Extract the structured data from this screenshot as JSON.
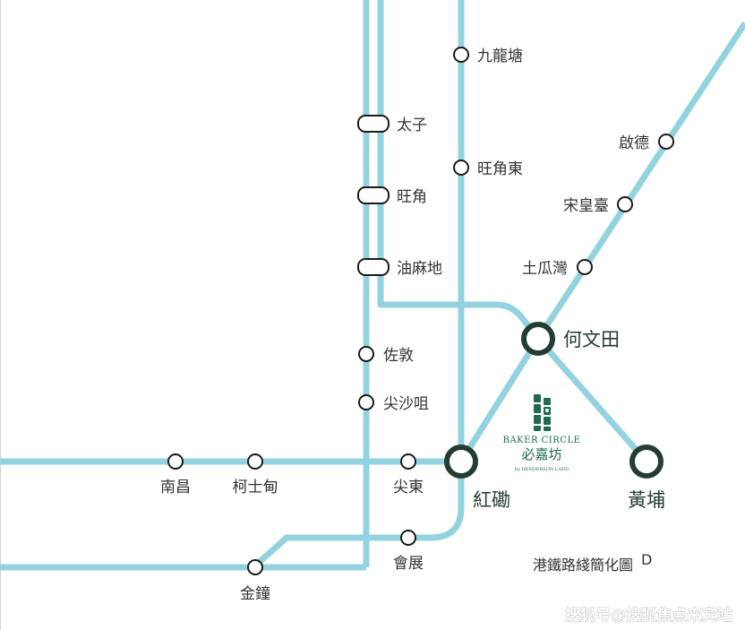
{
  "stations": {
    "kowloon_tong": "九龍塘",
    "prince_edward": "太子",
    "mong_kok": "旺角",
    "mong_kok_east": "旺角東",
    "yau_ma_tei": "油麻地",
    "jordan": "佐敦",
    "tsim_sha_tsui": "尖沙咀",
    "east_tsim_sha_tsui": "尖東",
    "nam_cheong": "南昌",
    "austin": "柯士甸",
    "hung_hom": "紅磡",
    "ho_man_tin": "何文田",
    "whampoa": "黃埔",
    "kai_tak": "啟德",
    "sung_wong_toi": "宋皇臺",
    "to_kwa_wan": "土瓜灣",
    "exhibition_centre": "會展",
    "admiralty": "金鐘"
  },
  "brand": {
    "name_en": "BAKER CIRCLE",
    "name_zh": "必嘉坊",
    "by_line": "by HENDERSON LAND"
  },
  "caption": "港鐵路綫簡化圖",
  "caption_mark": "D",
  "watermark": "搜狐号@搜狐焦点来宾站",
  "colors": {
    "line": "#92d3df",
    "interchange": "#233d31",
    "brand": "#1f6b4b"
  }
}
